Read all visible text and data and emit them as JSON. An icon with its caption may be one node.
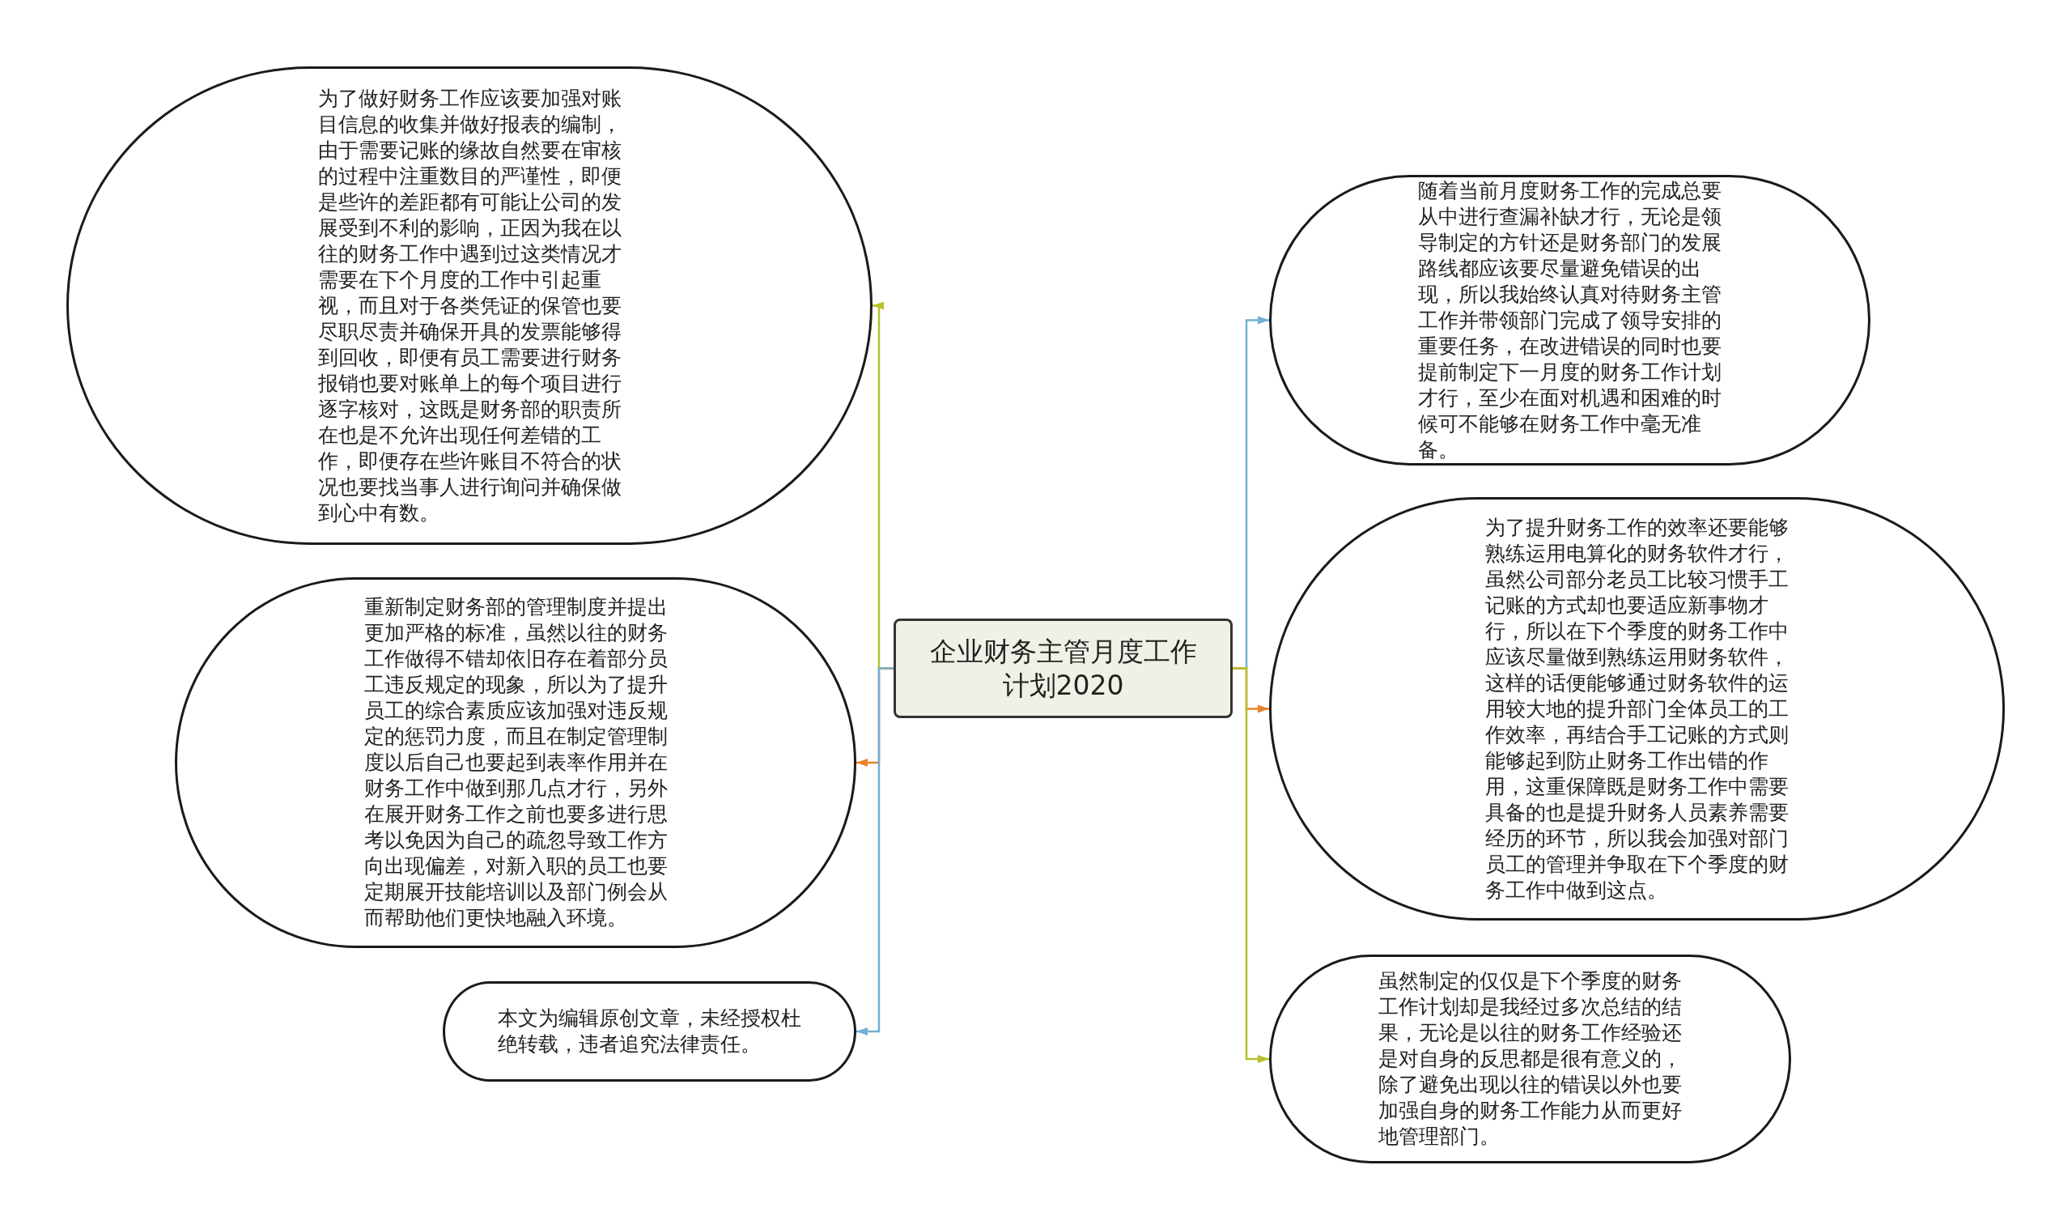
{
  "diagram": {
    "nodes": [
      {
        "text": [
          "企业财务主管月度工作计划2020"
        ]
      },
      {
        "text": [
          "为了做好财务工作应该要加强对账目信息的收集并做好报表的编制，由于需要记账的缘故自然要在审核的过程中注重数目的严谨性，即便是些许的差距都有可能让公司的发展受到不利的影响，正因为我在以往的财务工作中遇到过这类情况才需要在下个月度的工作中引起重视，而且对于各类凭证的保管也要尽职尽责并确保开具的发票能够得到回收，即便有员工需要进行财务报销也要对账单上的每个项目进行逐字核对，这既是财务部的职责所在也是不允许出现任何差错的工作，即便存在些许账目不符合的状况也要找当事人进行询问并确保做到心中有数。"
        ]
      },
      {
        "text": [
          "重新制定财务部的管理制度并提出更加严格的标准，虽然以往的财务工作做得不错却依旧存在着部分员工违反规定的现象，所以为了提升员工的综合素质应该加强对违反规定的惩罚力度，而且在制定管理制度以后自己也要起到表率作用并在财务工作中做到那几点才行，另外在展开财务工作之前也要多进行思考以免因为自己的疏忽导致工作方向出现偏差，对新入职的员工也要定期展开技能培训以及部门例会从而帮助他们更快地融入环境。"
        ]
      },
      {
        "text": [
          "本文为编辑原创文章，未经授权杜绝转载，违者追究法律责任。"
        ]
      },
      {
        "text": [
          "随着当前月度财务工作的完成总要从中进行查漏补缺才行，无论是领导制定的方针还是财务部门的发展路线都应该要尽量避免错误的出现，所以我始终认真对待财务主管工作并带领部门完成了领导安排的重要任务，在改进错误的同时也要提前制定下一月度的财务工作计划才行，至少在面对机遇和困难的时候可不能够在财务工作中毫无准备。"
        ]
      },
      {
        "text": [
          "为了提升财务工作的效率还要能够熟练运用电算化的财务软件才行，虽然公司部分老员工比较习惯手工记账的方式却也要适应新事物才行，所以在下个季度的财务工作中应该尽量做到熟练运用财务软件，这样的话便能够通过财务软件的运用较大地的提升部门全体员工的工作效率，再结合手工记账的方式则能够起到防止财务工作出错的作用，这重保障既是财务工作中需要具备的也是提升财务人员素养需要经历的环节，所以我会加强对部门员工的管理并争取在下个季度的财务工作中做到这点。"
        ]
      },
      {
        "text": [
          "虽然制定的仅仅是下个季度的财务工作计划却是我经过多次总结的结果，无论是以往的财务工作经验还是对自身的反思都是很有意义的，除了避免出现以往的错误以外也要加强自身的财务工作能力从而更好地管理部门。"
        ]
      }
    ],
    "edges": [
      {
        "from": 0,
        "to": 1,
        "arrow": "to",
        "color": "#b8c02c"
      },
      {
        "from": 0,
        "to": 2,
        "arrow": "to",
        "color": "#e8832c"
      },
      {
        "from": 0,
        "to": 3,
        "arrow": "to",
        "color": "#72b0d4"
      },
      {
        "from": 0,
        "to": 4,
        "arrow": "to",
        "color": "#72b0d4"
      },
      {
        "from": 0,
        "to": 5,
        "arrow": "to",
        "color": "#e8832c"
      },
      {
        "from": 0,
        "to": 6,
        "arrow": "to",
        "color": "#b8c02c"
      }
    ]
  }
}
